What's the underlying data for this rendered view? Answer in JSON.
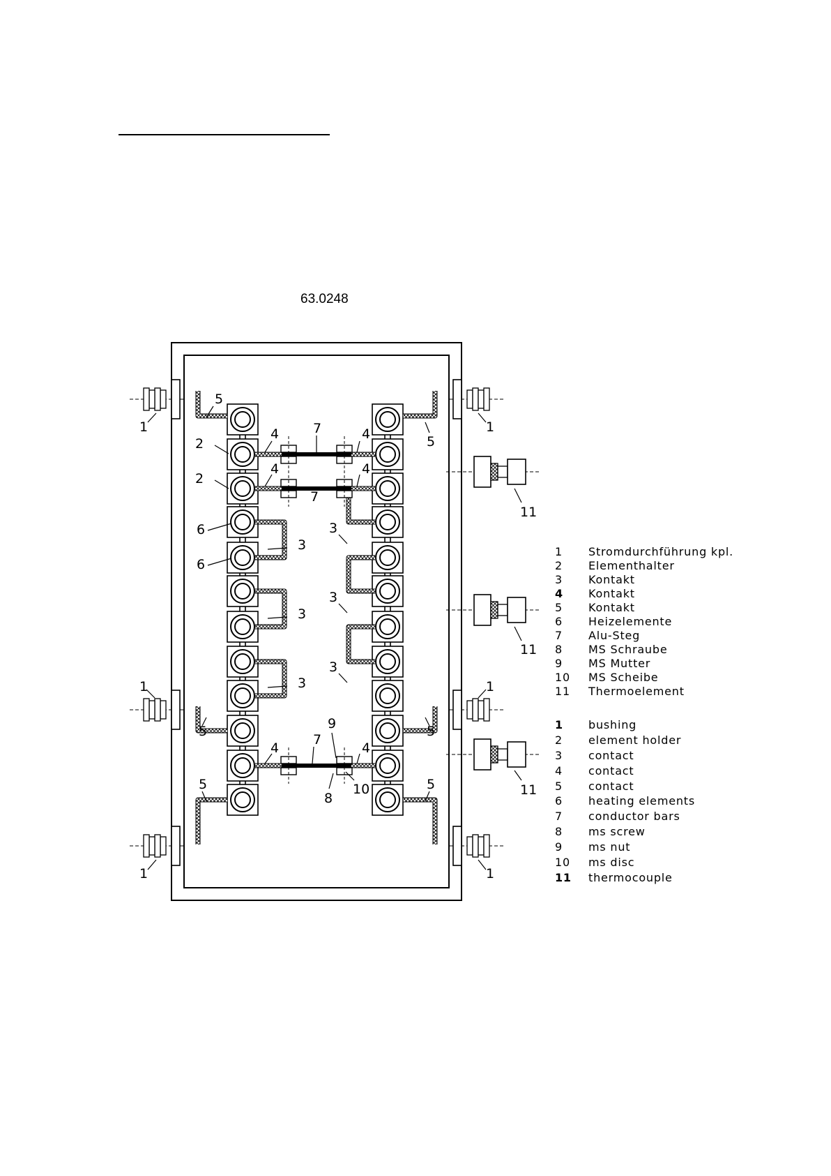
{
  "document_number": "63.0248",
  "callouts": {
    "bushing": "1",
    "element_holder": "2",
    "contact_3": "3",
    "contact_4": "4",
    "contact_5": "5",
    "heating_elements": "6",
    "conductor_bars": "7",
    "ms_screw": "8",
    "ms_nut": "9",
    "ms_disc": "10",
    "thermocouple": "11"
  },
  "legend_german": [
    {
      "num": "1",
      "label": "Stromdurchführung kpl."
    },
    {
      "num": "2",
      "label": "Elementhalter"
    },
    {
      "num": "3",
      "label": "Kontakt"
    },
    {
      "num": "4",
      "label": "Kontakt"
    },
    {
      "num": "5",
      "label": "Kontakt"
    },
    {
      "num": "6",
      "label": "Heizelemente"
    },
    {
      "num": "7",
      "label": "Alu-Steg"
    },
    {
      "num": "8",
      "label": "MS Schraube"
    },
    {
      "num": "9",
      "label": "MS Mutter"
    },
    {
      "num": "10",
      "label": "MS Scheibe"
    },
    {
      "num": "11",
      "label": "Thermoelement"
    }
  ],
  "legend_english": [
    {
      "num": "1",
      "label": "bushing"
    },
    {
      "num": "2",
      "label": "element holder"
    },
    {
      "num": "3",
      "label": "contact"
    },
    {
      "num": "4",
      "label": "contact"
    },
    {
      "num": "5",
      "label": "contact"
    },
    {
      "num": "6",
      "label": "heating elements"
    },
    {
      "num": "7",
      "label": "conductor bars"
    },
    {
      "num": "8",
      "label": "ms screw"
    },
    {
      "num": "9",
      "label": "ms nut"
    },
    {
      "num": "10",
      "label": "ms disc"
    },
    {
      "num": "11",
      "label": "thermocouple"
    }
  ],
  "colors": {
    "line": "#000000",
    "background": "#ffffff"
  }
}
